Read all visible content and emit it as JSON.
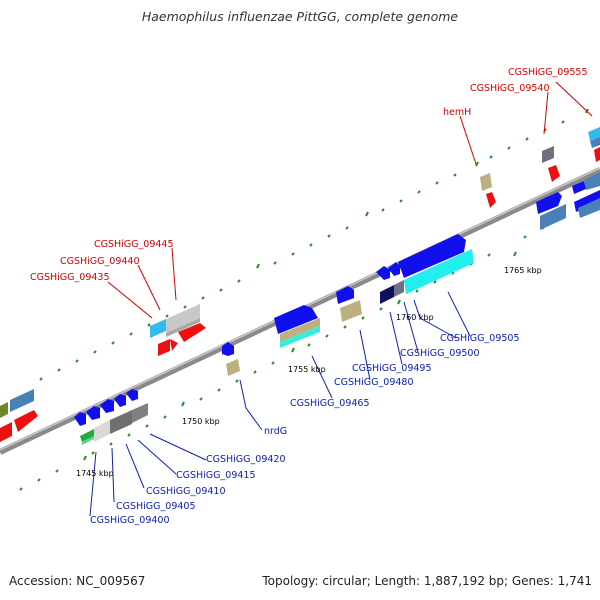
{
  "title": "Haemophilus influenzae PittGG, complete genome",
  "footer": {
    "accession": "Accession: NC_009567",
    "stats": "Topology: circular; Length: 1,887,192 bp; Genes: 1,741"
  },
  "scale_labels": [
    "1745 kbp",
    "1750 kbp",
    "1755 kbp",
    "1760 kbp",
    "1765 kbp"
  ],
  "upper_labels": [
    "CGSHiGG_09435",
    "CGSHiGG_09440",
    "CGSHiGG_09445",
    "hemH",
    "CGSHiGG_09540",
    "CGSHiGG_09555"
  ],
  "lower_labels": [
    "CGSHiGG_09400",
    "CGSHiGG_09405",
    "CGSHiGG_09410",
    "CGSHiGG_09415",
    "CGSHiGG_09420",
    "nrdG",
    "CGSHiGG_09465",
    "CGSHiGG_09480",
    "CGSHiGG_09495",
    "CGSHiGG_09500",
    "CGSHiGG_09505"
  ],
  "colors": {
    "backbone": "#8a8a8a",
    "forward_cds": "#1010ee",
    "reverse_cds": "#ee1010",
    "upper_label": "#d40000",
    "lower_label": "#1020b0",
    "tick": "#2a8a2a"
  }
}
